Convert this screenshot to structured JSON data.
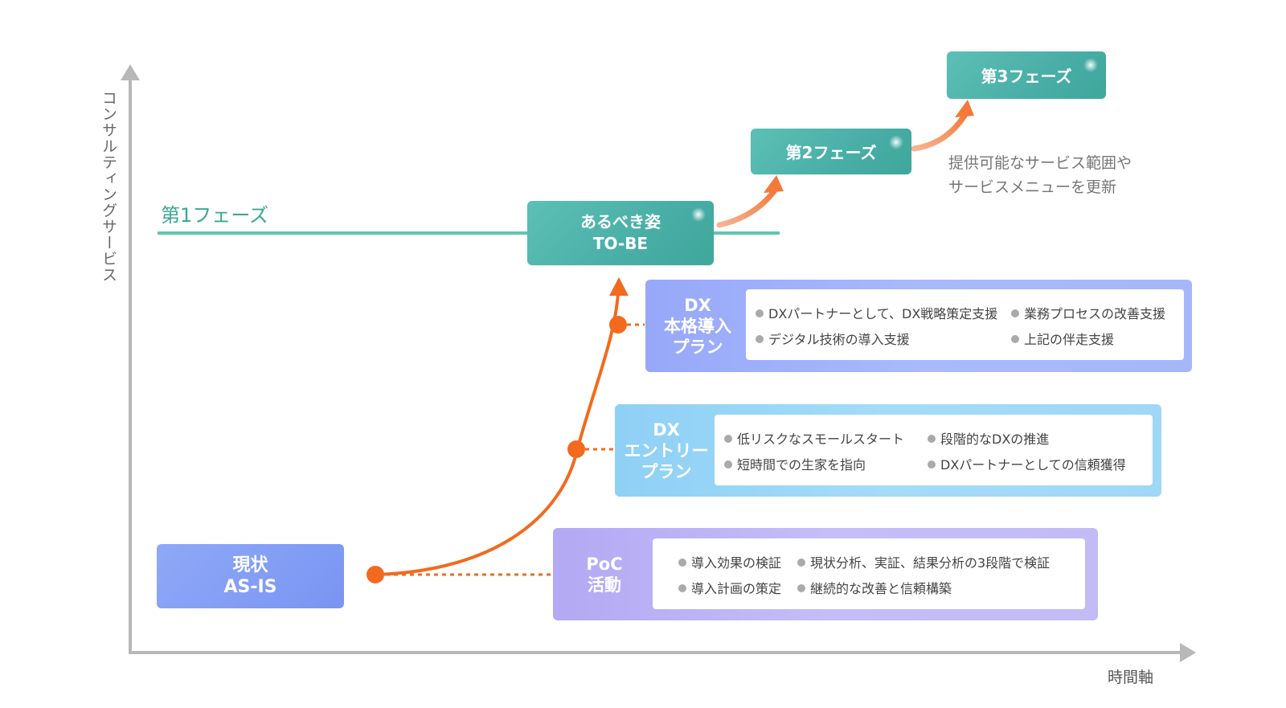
{
  "axes": {
    "y_label": "コンサルティングサービス",
    "x_label": "時間軸"
  },
  "phases": {
    "phase1": "第1フェーズ",
    "phase2": "第2フェーズ",
    "phase3": "第3フェーズ",
    "tobe_line1": "あるべき姿",
    "tobe_line2": "TO-BE"
  },
  "note": {
    "line1": "提供可能なサービス範囲や",
    "line2": "サービスメニューを更新"
  },
  "asis": {
    "line1": "現状",
    "line2": "AS-IS"
  },
  "plans": {
    "full": {
      "title": [
        "DX",
        "本格導入",
        "プラン"
      ],
      "items": [
        "DXパートナーとして、DX戦略策定支援",
        "業務プロセスの改善支援",
        "デジタル技術の導入支援",
        "上記の伴走支援"
      ]
    },
    "entry": {
      "title": [
        "DX",
        "エントリー",
        "プラン"
      ],
      "items": [
        "低リスクなスモールスタート",
        "段階的なDXの推進",
        "短時間での生家を指向",
        "DXパートナーとしての信頼獲得"
      ]
    },
    "poc": {
      "title": [
        "PoC",
        "活動"
      ],
      "items": [
        "導入効果の検証",
        "現状分析、実証、結果分析の3段階で検証",
        "導入計画の策定",
        "継続的な改善と信頼構築"
      ]
    }
  },
  "colors": {
    "teal": "#4fb3aa",
    "orange": "#f36a1e",
    "axis": "#b8b8b8"
  }
}
